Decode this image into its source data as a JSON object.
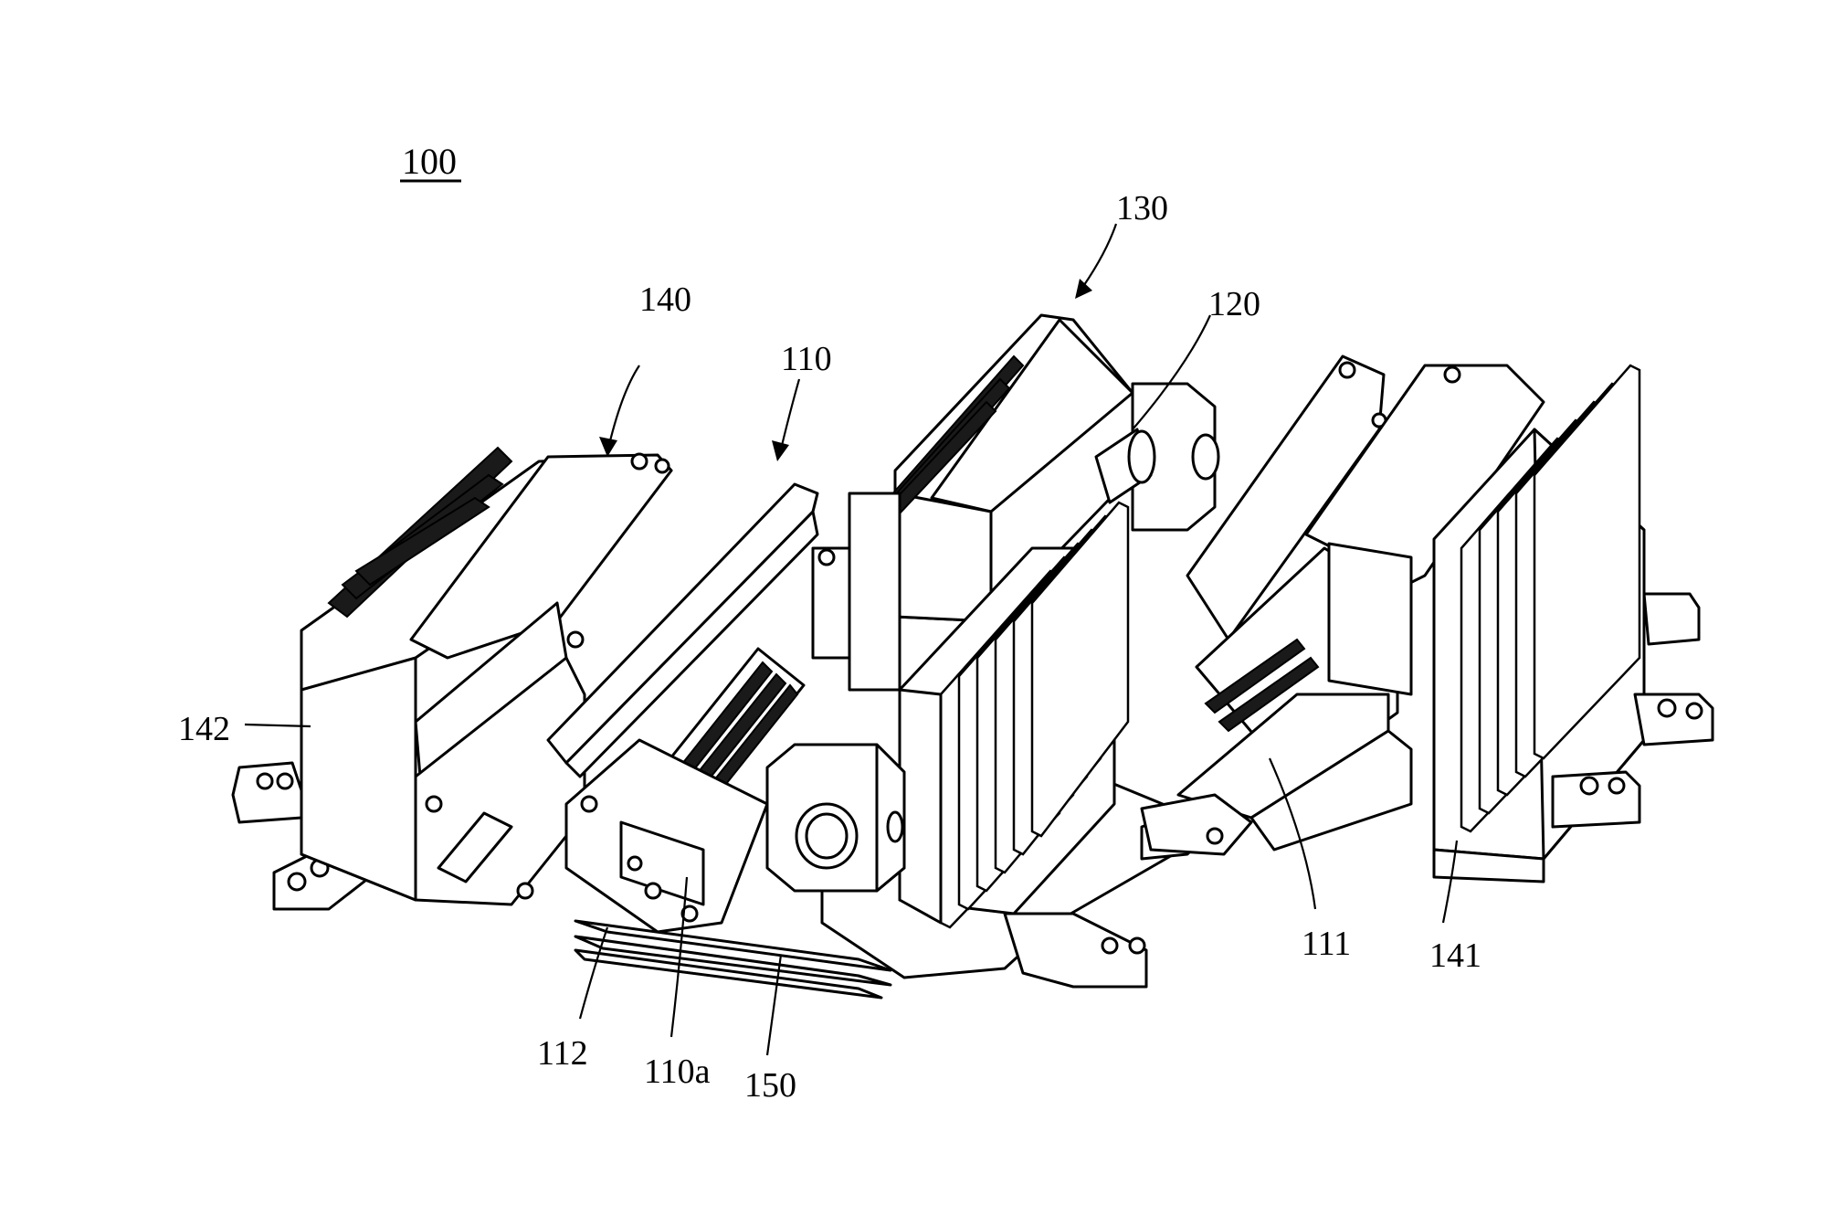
{
  "figure": {
    "ref_main": "100",
    "labels": {
      "l140": "140",
      "l110": "110",
      "l130": "130",
      "l120": "120",
      "l142": "142",
      "l112": "112",
      "l110a": "110a",
      "l150": "150",
      "l111": "111",
      "l141": "141"
    }
  }
}
